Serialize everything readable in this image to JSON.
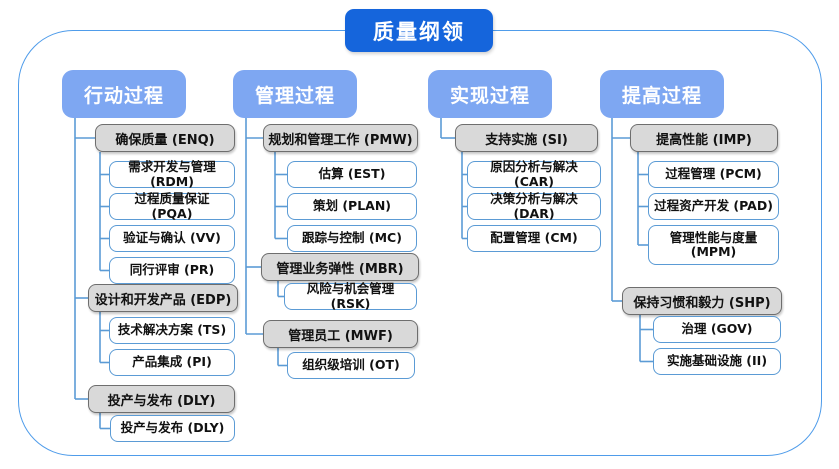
{
  "title": "质量纲领",
  "colors": {
    "title_bg": "#1565DC",
    "header_bg": "#7EA7F2",
    "group_bg": "#D9D9D9",
    "group_border": "#6E6E6E",
    "leaf_border": "#5B9BD5",
    "connector": "#5B9BD5",
    "frame_border": "#4F9CEA"
  },
  "columns": [
    {
      "header": "行动过程",
      "groups": [
        {
          "label": "确保质量 (ENQ)",
          "children": [
            "需求开发与管理 (RDM)",
            "过程质量保证 (PQA)",
            "验证与确认 (VV)",
            "同行评审 (PR)"
          ]
        },
        {
          "label": "设计和开发产品 (EDP)",
          "children": [
            "技术解决方案 (TS)",
            "产品集成 (PI)"
          ]
        },
        {
          "label": "投产与发布 (DLY)",
          "children": [
            "投产与发布 (DLY)"
          ]
        }
      ]
    },
    {
      "header": "管理过程",
      "groups": [
        {
          "label": "规划和管理工作 (PMW)",
          "children": [
            "估算 (EST)",
            "策划 (PLAN)",
            "跟踪与控制 (MC)"
          ]
        },
        {
          "label": "管理业务弹性 (MBR)",
          "children": [
            "风险与机会管理 (RSK)"
          ]
        },
        {
          "label": "管理员工 (MWF)",
          "children": [
            "组织级培训 (OT)"
          ]
        }
      ]
    },
    {
      "header": "实现过程",
      "groups": [
        {
          "label": "支持实施 (SI)",
          "children": [
            "原因分析与解决 (CAR)",
            "决策分析与解决 (DAR)",
            "配置管理 (CM)"
          ]
        }
      ]
    },
    {
      "header": "提高过程",
      "groups": [
        {
          "label": "提高性能 (IMP)",
          "children": [
            "过程管理 (PCM)",
            "过程资产开发 (PAD)",
            "管理性能与度量 (MPM)"
          ]
        },
        {
          "label": "保持习惯和毅力 (SHP)",
          "children": [
            "治理 (GOV)",
            "实施基础设施 (II)"
          ]
        }
      ]
    }
  ]
}
